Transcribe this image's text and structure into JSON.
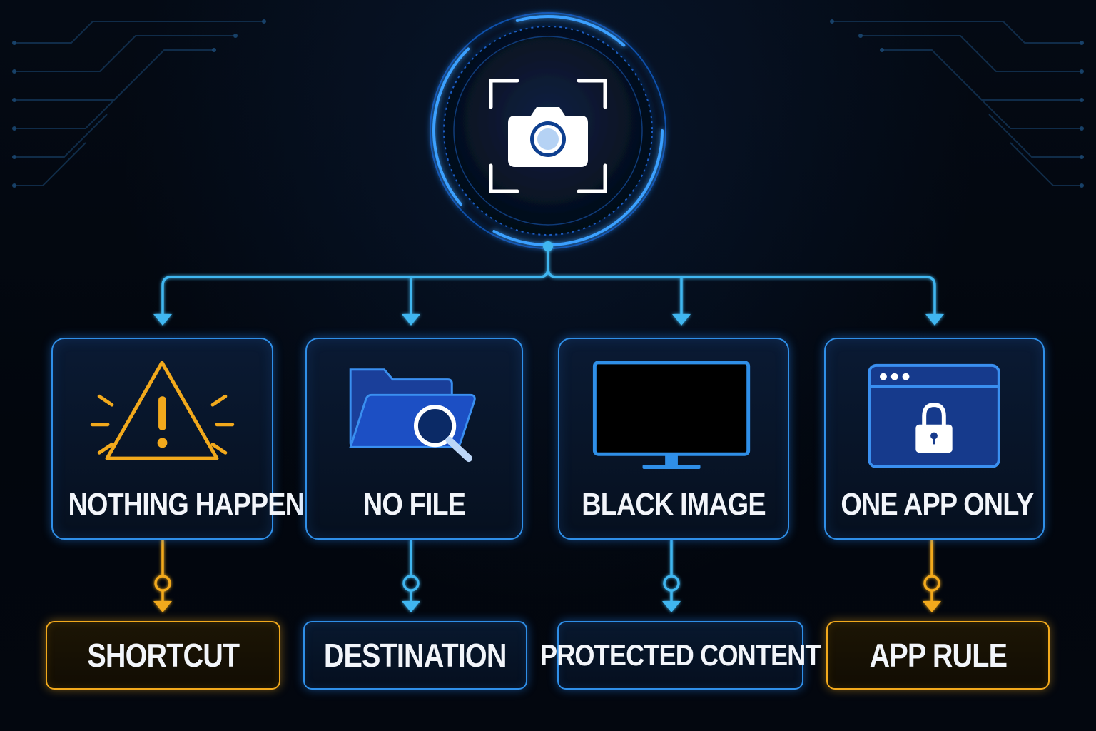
{
  "hub": {
    "icon": "camera-screenshot-icon"
  },
  "cards": [
    {
      "label": "NOTHING HAPPENS",
      "icon": "warning-triangle-icon",
      "accent": "#f2a91c"
    },
    {
      "label": "NO FILE",
      "icon": "folder-search-icon",
      "accent": "#2f8fe8"
    },
    {
      "label": "BLACK IMAGE",
      "icon": "black-monitor-icon",
      "accent": "#2f8fe8"
    },
    {
      "label": "ONE APP ONLY",
      "icon": "locked-window-icon",
      "accent": "#2f8fe8"
    }
  ],
  "causes": [
    {
      "label": "SHORTCUT",
      "color": "#f2a91c"
    },
    {
      "label": "DESTINATION",
      "color": "#2f8fe8"
    },
    {
      "label": "PROTECTED CONTENT",
      "color": "#2f8fe8"
    },
    {
      "label": "APP RULE",
      "color": "#f2a91c"
    }
  ],
  "colors": {
    "background": "#02060d",
    "blue_accent": "#2f8fe8",
    "cyan_line": "#3fb6f0",
    "amber_accent": "#f2a91c",
    "text": "#f2f5fa"
  }
}
